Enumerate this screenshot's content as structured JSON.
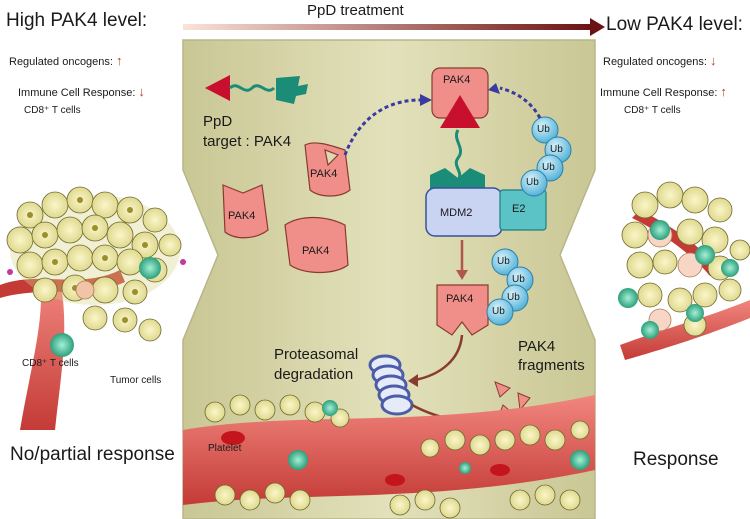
{
  "header": {
    "left_title": "High PAK4 level:",
    "center_title": "PpD treatment",
    "right_title": "Low PAK4 level:"
  },
  "left_panel": {
    "line1": "Regulated oncogens:",
    "line2": "Immune Cell Response:",
    "line3": "CD8⁺ T cells",
    "label_cd8": "CD8⁺ T cells",
    "label_tumor": "Tumor cells",
    "footer": "No/partial response"
  },
  "right_panel": {
    "line1": "Regulated oncogens:",
    "line2": "Immune Cell Response:",
    "line3": "CD8⁺ T cells",
    "footer": "Response"
  },
  "center_panel": {
    "ppd_label": "PpD",
    "target_label": "target : PAK4",
    "pak4": "PAK4",
    "mdm2": "MDM2",
    "e2": "E2",
    "ub": "Ub",
    "proteasomal": "Proteasomal",
    "degradation": "degradation",
    "fragments_1": "PAK4",
    "fragments_2": "fragments",
    "platelet": "Platelet"
  },
  "icons": {
    "up_arrow": "↑",
    "down_arrow": "↓"
  },
  "colors": {
    "panel_bg": "#d8d6a8",
    "pak4_fill": "#f08f8a",
    "pak4_stroke": "#8a3b2f",
    "mdm2_fill": "#c9d3f2",
    "mdm2_stroke": "#3b4f9a",
    "e2_fill": "#5bc3c6",
    "ub_fill": "#6ec5e0",
    "ppd_red": "#c8102e",
    "ppd_teal": "#1a8c78",
    "vessel_red": "#d84a45",
    "arrow_dark": "#5a1414"
  }
}
